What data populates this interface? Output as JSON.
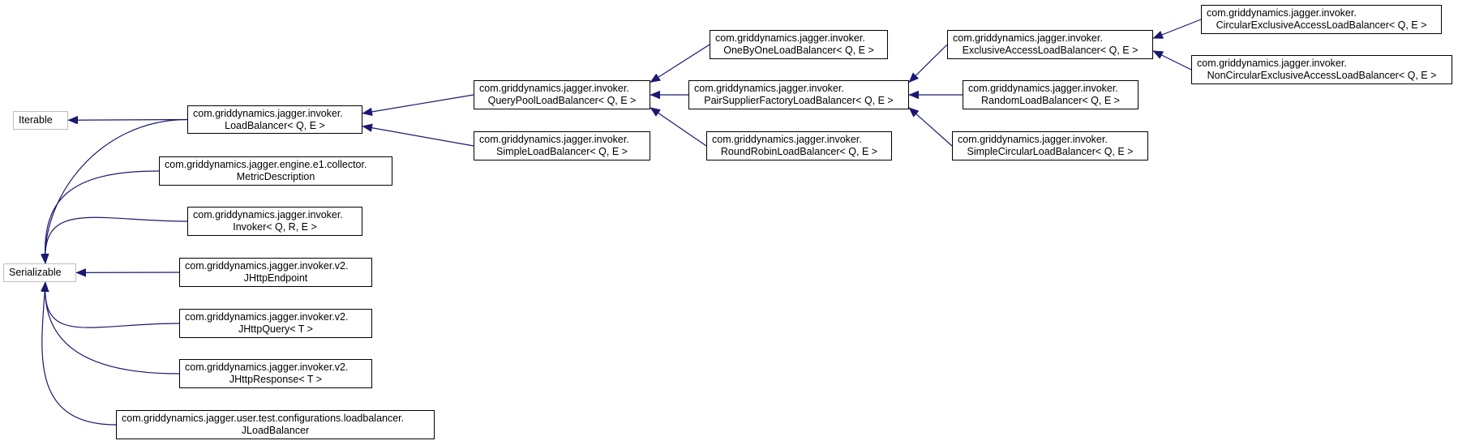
{
  "diagram": {
    "edge_color": "#191970",
    "nodes": {
      "iterable": {
        "l1": "Iterable"
      },
      "serializable": {
        "l1": "Serializable"
      },
      "load_balancer": {
        "l1": "com.griddynamics.jagger.invoker.",
        "l2": "LoadBalancer< Q, E >"
      },
      "metric_description": {
        "l1": "com.griddynamics.jagger.engine.e1.collector.",
        "l2": "MetricDescription"
      },
      "invoker": {
        "l1": "com.griddynamics.jagger.invoker.",
        "l2": "Invoker< Q, R, E >"
      },
      "jhttp_endpoint": {
        "l1": "com.griddynamics.jagger.invoker.v2.",
        "l2": "JHttpEndpoint"
      },
      "jhttp_query": {
        "l1": "com.griddynamics.jagger.invoker.v2.",
        "l2": "JHttpQuery< T >"
      },
      "jhttp_response": {
        "l1": "com.griddynamics.jagger.invoker.v2.",
        "l2": "JHttpResponse< T >"
      },
      "jload_balancer": {
        "l1": "com.griddynamics.jagger.user.test.configurations.loadbalancer.",
        "l2": "JLoadBalancer"
      },
      "query_pool_load_balancer": {
        "l1": "com.griddynamics.jagger.invoker.",
        "l2": "QueryPoolLoadBalancer< Q, E >"
      },
      "simple_load_balancer": {
        "l1": "com.griddynamics.jagger.invoker.",
        "l2": "SimpleLoadBalancer< Q, E >"
      },
      "one_by_one_load_balancer": {
        "l1": "com.griddynamics.jagger.invoker.",
        "l2": "OneByOneLoadBalancer< Q, E >"
      },
      "pair_supplier_factory_load_balancer": {
        "l1": "com.griddynamics.jagger.invoker.",
        "l2": "PairSupplierFactoryLoadBalancer< Q, E >"
      },
      "round_robin_load_balancer": {
        "l1": "com.griddynamics.jagger.invoker.",
        "l2": "RoundRobinLoadBalancer< Q, E >"
      },
      "exclusive_access_load_balancer": {
        "l1": "com.griddynamics.jagger.invoker.",
        "l2": "ExclusiveAccessLoadBalancer< Q, E >"
      },
      "random_load_balancer": {
        "l1": "com.griddynamics.jagger.invoker.",
        "l2": "RandomLoadBalancer< Q, E >"
      },
      "simple_circular_load_balancer": {
        "l1": "com.griddynamics.jagger.invoker.",
        "l2": "SimpleCircularLoadBalancer< Q, E >"
      },
      "circular_exclusive_access_load_balancer": {
        "l1": "com.griddynamics.jagger.invoker.",
        "l2": "CircularExclusiveAccessLoadBalancer< Q, E >"
      },
      "non_circular_exclusive_access_load_balancer": {
        "l1": "com.griddynamics.jagger.invoker.",
        "l2": "NonCircularExclusiveAccessLoadBalancer< Q, E >"
      }
    },
    "edges": [
      {
        "from": "load_balancer",
        "to": "iterable"
      },
      {
        "from": "load_balancer",
        "to": "serializable"
      },
      {
        "from": "metric_description",
        "to": "serializable"
      },
      {
        "from": "invoker",
        "to": "serializable"
      },
      {
        "from": "jhttp_endpoint",
        "to": "serializable"
      },
      {
        "from": "jhttp_query",
        "to": "serializable"
      },
      {
        "from": "jhttp_response",
        "to": "serializable"
      },
      {
        "from": "jload_balancer",
        "to": "serializable"
      },
      {
        "from": "query_pool_load_balancer",
        "to": "load_balancer"
      },
      {
        "from": "simple_load_balancer",
        "to": "load_balancer"
      },
      {
        "from": "one_by_one_load_balancer",
        "to": "query_pool_load_balancer"
      },
      {
        "from": "pair_supplier_factory_load_balancer",
        "to": "query_pool_load_balancer"
      },
      {
        "from": "round_robin_load_balancer",
        "to": "query_pool_load_balancer"
      },
      {
        "from": "exclusive_access_load_balancer",
        "to": "pair_supplier_factory_load_balancer"
      },
      {
        "from": "random_load_balancer",
        "to": "pair_supplier_factory_load_balancer"
      },
      {
        "from": "simple_circular_load_balancer",
        "to": "pair_supplier_factory_load_balancer"
      },
      {
        "from": "circular_exclusive_access_load_balancer",
        "to": "exclusive_access_load_balancer"
      },
      {
        "from": "non_circular_exclusive_access_load_balancer",
        "to": "exclusive_access_load_balancer"
      }
    ]
  }
}
